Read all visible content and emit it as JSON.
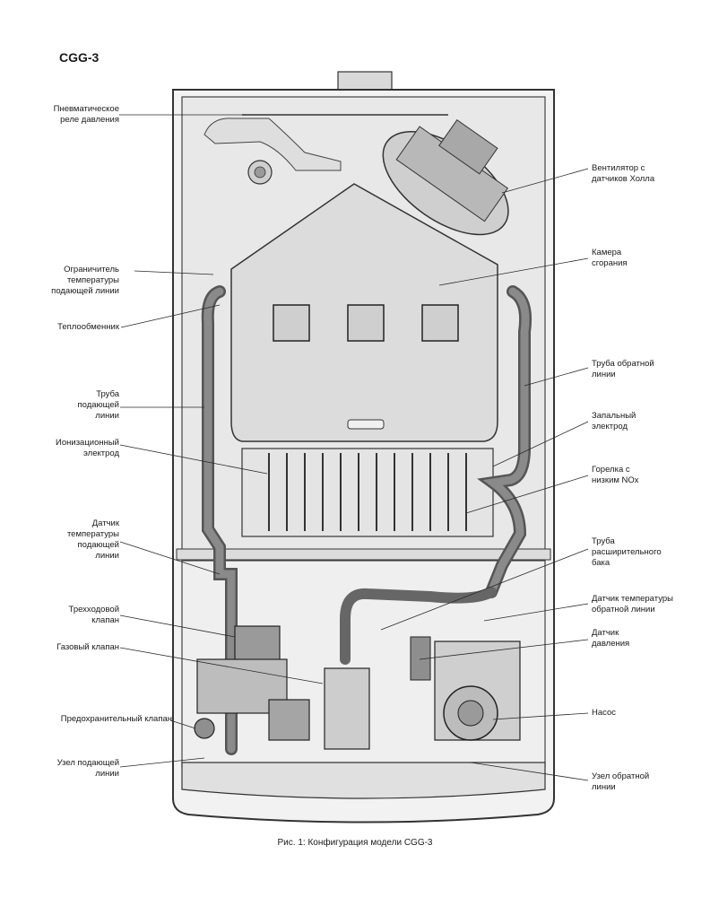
{
  "model_title": "CGG-3",
  "caption": "Рис. 1: Конфигурация модели CGG-3",
  "labels_left": [
    {
      "id": "pressure-relay",
      "text": "Пневматическое\nреле давления"
    },
    {
      "id": "flow-temp-limiter",
      "text": "Ограничитель\nтемпературы\nподающей линии"
    },
    {
      "id": "heat-exchanger",
      "text": "Теплообменник"
    },
    {
      "id": "flow-pipe",
      "text": "Труба\nподающей\nлинии"
    },
    {
      "id": "ionization-electrode",
      "text": "Ионизационный\nэлектрод"
    },
    {
      "id": "flow-temp-sensor",
      "text": "Датчик\nтемпературы\nподающей\nлинии"
    },
    {
      "id": "three-way-valve",
      "text": "Трехходовой\nклапан"
    },
    {
      "id": "gas-valve",
      "text": "Газовый клапан"
    },
    {
      "id": "safety-valve",
      "text": "Предохранительный клапан"
    },
    {
      "id": "flow-unit",
      "text": "Узел подающей\nлинии"
    }
  ],
  "labels_right": [
    {
      "id": "fan-hall",
      "text": "Вентилятор с\nдатчиков Холла"
    },
    {
      "id": "combustion-chamber",
      "text": "Камера\nсгорания"
    },
    {
      "id": "return-pipe",
      "text": "Труба обратной\nлинии"
    },
    {
      "id": "ignition-electrode",
      "text": "Запальный\nэлектрод"
    },
    {
      "id": "low-nox-burner",
      "text": "Горелка с\nнизким NOx"
    },
    {
      "id": "expansion-tank-pipe",
      "text": "Труба\nрасширительного\nбака"
    },
    {
      "id": "return-temp-sensor",
      "text": "Датчик температуры\nобратной линии"
    },
    {
      "id": "pressure-sensor",
      "text": "Датчик\nдавления"
    },
    {
      "id": "pump",
      "text": "Насос"
    },
    {
      "id": "return-unit",
      "text": "Узел обратной\nлинии"
    }
  ]
}
